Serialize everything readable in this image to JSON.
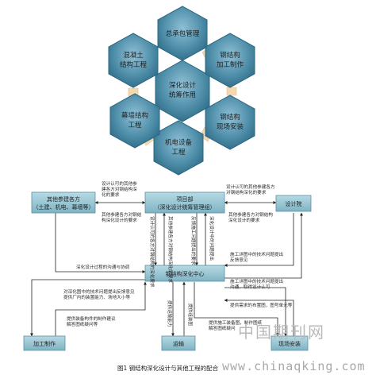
{
  "colors": {
    "hex_fill_light": "#7fb0c8",
    "hex_fill_dark": "#2f6f8a",
    "connector": "#f3d9b0",
    "box_fill": "#8fc1cf",
    "box_stroke": "#5b8fa0",
    "line": "#222222"
  },
  "hexagons": [
    {
      "id": "center",
      "lines": [
        "深化设计",
        "统筹作用"
      ]
    },
    {
      "id": "top",
      "lines": [
        "总承包管理"
      ]
    },
    {
      "id": "upper-right",
      "lines": [
        "钢结构",
        "加工制作"
      ]
    },
    {
      "id": "lower-right",
      "lines": [
        "钢结构",
        "现场安装"
      ]
    },
    {
      "id": "bottom",
      "lines": [
        "机电设备",
        "工程"
      ]
    },
    {
      "id": "lower-left",
      "lines": [
        "幕墙结构",
        "工程"
      ]
    },
    {
      "id": "upper-left",
      "lines": [
        "混凝土",
        "结构工程"
      ]
    }
  ],
  "boxes": {
    "other_parties": [
      "其他参建各方",
      "（土建、机电、幕墙等）"
    ],
    "project_dept": [
      "项目部",
      "（深化设计统筹管理组）"
    ],
    "design_institute": [
      "设计院"
    ],
    "steel_center": [
      "钢结构深化中心"
    ],
    "fabrication": [
      "加工制作"
    ],
    "transport": [
      "运输"
    ],
    "site_install": [
      "现场安装"
    ]
  },
  "notes": {
    "n1": [
      "设计认可的其他参",
      "建各方对钢结构深",
      "化的要求"
    ],
    "n2": [
      "设计认可的其他参建各方",
      "对钢结构深化的要求"
    ],
    "n3": [
      "其他参建各方对钢结",
      "构深化设计的要求"
    ],
    "n4": [
      "其他参建各方对钢结构",
      "深化设计的要求"
    ],
    "n5": [
      "深化设计过程的沟通与协调"
    ],
    "n6": [
      "施工详图中的技术问题提出",
      "反馈意见"
    ],
    "n7": [
      "施工详图中的技术问题提出",
      "沟通，取得设计认可"
    ],
    "n8": [
      "提供需求的布置图，图号单元等"
    ],
    "n9": [
      "对深化图中的技术问题提出反馈意见",
      "提供厂内的装置能力、场地大小等"
    ],
    "n10": [
      "提供装备构件的制作建议",
      "解答图纸疑问等"
    ],
    "n11": [
      "提供施工装备图，制作图纸",
      "解答图纸疑问"
    ],
    "v1": "设计认可的各方对钢结构的深化要求",
    "v2": "其他参建各方对钢结构深化的要求",
    "v3": "反馈施工问题提出的要求",
    "v4": "深化设计中的问题提出",
    "v5": "提供运输能力",
    "v6": "提供组装图"
  },
  "caption": "图1    钢结构深化设计与其他工程的配合",
  "watermark": {
    "cn": "中国期刊网",
    "url": "www.chinaqking.com"
  }
}
